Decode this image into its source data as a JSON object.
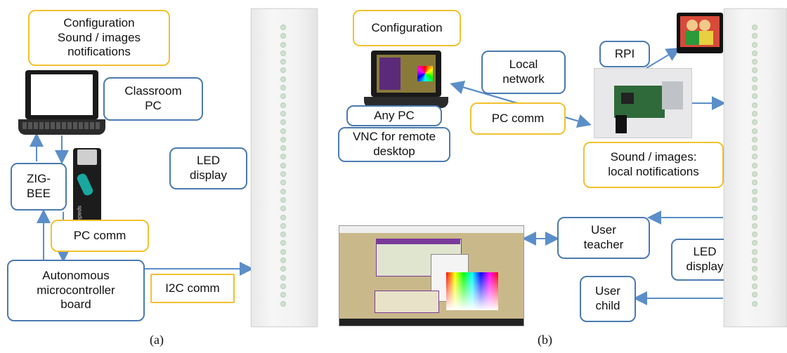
{
  "panel_a": {
    "config_box": "Configuration\nSound / images\nnotifications",
    "classroom_pc": "Classroom\nPC",
    "zigbee": "ZIG-\nBEE",
    "led_display": "LED\ndisplay",
    "pc_comm": "PC comm",
    "microcontroller": "Autonomous\nmicrocontroller\nboard",
    "i2c_comm": "I2C comm",
    "usb_label": "spadiaus",
    "caption": "(a)"
  },
  "panel_b": {
    "configuration": "Configuration",
    "local_network": "Local\nnetwork",
    "rpi": "RPI",
    "any_pc": "Any PC",
    "vnc": "VNC for remote\ndesktop",
    "pc_comm": "PC comm",
    "sound_images": "Sound / images:\nlocal notifications",
    "user_teacher": "User\nteacher",
    "led_display": "LED\ndisplay",
    "user_child": "User\nchild",
    "caption": "(b)"
  },
  "colors": {
    "blue_border": "#4a7ab0",
    "yellow_border": "#f2c12e",
    "arrow": "#5b8ec9"
  }
}
